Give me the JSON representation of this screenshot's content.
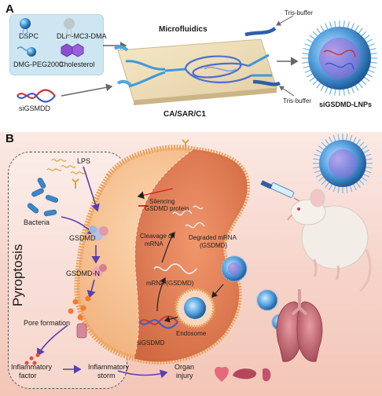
{
  "panel_a": {
    "letter": "A",
    "lipids": {
      "dspc": "DSPC",
      "dlin": "DLin-MC3-DMA",
      "peg": "DMG-PEG2000",
      "chol": "Cholesterol"
    },
    "sirna": "siGSMDD",
    "microfluidics": "Microfluidics",
    "tris_top": "Tris-buffer",
    "tris_bottom": "Tris-buffer",
    "chip_label": "CA/SAR/C1",
    "product": "siGSDMD-LNPs"
  },
  "panel_b": {
    "letter": "B",
    "lps": "LPS",
    "bacteria": "Bacteria",
    "pyroptosis": "Pyroptosis",
    "gsdmd": "GSDMD",
    "gsdmd_n": "GSDMD-N",
    "pore": "Pore formation",
    "inflam_factor_1": "Inflammatory",
    "inflam_factor_2": "factor",
    "inflam_storm_1": "Inflammatory",
    "inflam_storm_2": "storm",
    "organ_1": "Organ",
    "organ_2": "injury",
    "silencing_1": "Silencing",
    "silencing_2": "GSDMD protein",
    "cleavage_1": "Cleavage of",
    "cleavage_2": "mRNA",
    "degraded_1": "Degraded mRNA",
    "degraded_2": "(GSDMD)",
    "mrna": "mRNA (GSDMD)",
    "endosome": "Endosome",
    "sigsdmd": "siGSDMD"
  },
  "colors": {
    "membrane": "#e8a35a",
    "cytoplasm_left": "#f6c79a",
    "cytoplasm_right": "#e77a52",
    "lnp_blue": "#3d8fd6",
    "arrow_purple": "#5a3fb0",
    "panel_b_bg": "#f6d3c9"
  }
}
